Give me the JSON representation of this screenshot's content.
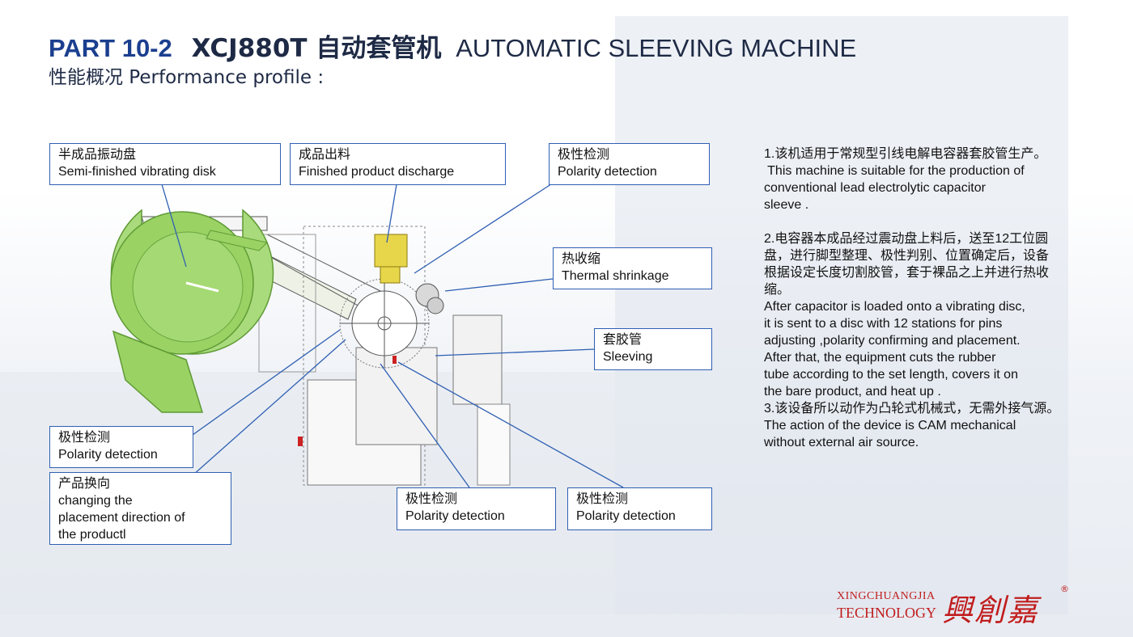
{
  "header": {
    "part": "PART 10-2",
    "model": "XCJ880T 自动套管机",
    "title_en": "AUTOMATIC SLEEVING MACHINE",
    "subtitle": "性能概况 Performance profile :"
  },
  "callouts": {
    "vibrating_disk": {
      "cn": "半成品振动盘",
      "en": " Semi-finished vibrating disk"
    },
    "discharge": {
      "cn": "成品出料",
      "en": "Finished product discharge"
    },
    "polarity_top": {
      "cn": "极性检测",
      "en": "Polarity detection"
    },
    "thermal": {
      "cn": "热收缩",
      "en": "Thermal shrinkage"
    },
    "sleeving": {
      "cn": "套胶管",
      "en": "Sleeving"
    },
    "polarity_left": {
      "cn": "极性检测",
      "en": "Polarity detection"
    },
    "direction": {
      "cn": "产品换向",
      "en1": "changing the",
      "en2": "placement direction of",
      "en3": "the productl"
    },
    "polarity_bottom_mid": {
      "cn": "极性检测",
      "en": "Polarity detection"
    },
    "polarity_bottom_right": {
      "cn": "极性检测",
      "en": "Polarity detection"
    }
  },
  "description": {
    "p1_cn": "1.该机适用于常规型引线电解电容器套胶管生产。",
    "p1_en1": " This machine is suitable for the production of",
    "p1_en2": "conventional lead electrolytic capacitor",
    "p1_en3": "sleeve .",
    "p2_cn1": "2.电容器本成品经过震动盘上料后，送至12工位圆",
    "p2_cn2": "盘，进行脚型整理、极性判别、位置确定后，设备",
    "p2_cn3": "根据设定长度切割胶管，套于裸品之上并进行热收",
    "p2_cn4": "缩。",
    "p2_en1": "After capacitor is loaded onto a vibrating disc,",
    "p2_en2": "it is sent to a disc with 12 stations for pins",
    "p2_en3": "adjusting ,polarity confirming and placement.",
    "p2_en4": "After that, the equipment cuts the rubber",
    "p2_en5": "tube according to the set length, covers it on",
    "p2_en6": "the bare product, and heat up .",
    "p3_cn": "3.该设备所以动作为凸轮式机械式，无需外接气源。",
    "p3_en1": "The action of the device is CAM mechanical",
    "p3_en2": "without external air source."
  },
  "logo": {
    "line1": "XINGCHUANGJIA",
    "line2": "TECHNOLOGY",
    "cn": "興創嘉",
    "reg": "®"
  },
  "colors": {
    "title_blue": "#1b3f8f",
    "callout_border": "#2f5fb3",
    "disk_green": "#8fcf5a",
    "logo_red": "#c11d1d"
  }
}
